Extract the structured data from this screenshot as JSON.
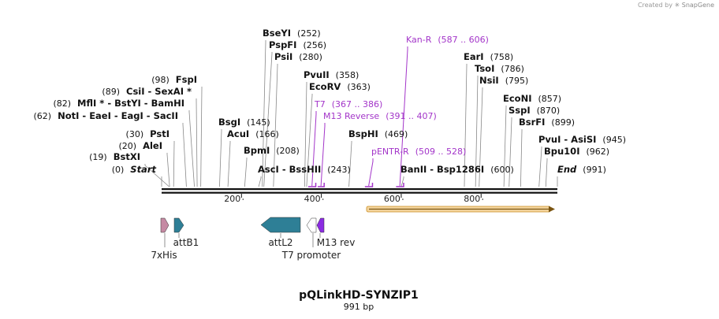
{
  "credit": {
    "prefix": "Created by",
    "brand": "SnapGene"
  },
  "title": "pQLinkHD-SYNZIP1",
  "subtitle": "991 bp",
  "backbone": {
    "length": 991
  },
  "colors": {
    "primer": "#a335c9",
    "orf_fill": "#f5d6a0",
    "orf_stroke": "#c98a1c",
    "orf_arrow": "#7a5410",
    "attL2": "#2e7f96",
    "attB1": "#2e7f96",
    "his": "#c58aa3",
    "m13": "#8b2be2"
  },
  "ticks": [
    {
      "label": "200",
      "bp": 200
    },
    {
      "label": "400",
      "bp": 400
    },
    {
      "label": "600",
      "bp": 600
    },
    {
      "label": "800",
      "bp": 800
    }
  ],
  "sites": [
    {
      "key": "start",
      "parts": [
        {
          "t": "(0)",
          "c": "pos"
        },
        {
          "t": "Start",
          "c": "it"
        }
      ],
      "bp": 0
    },
    {
      "key": "bstxi",
      "parts": [
        {
          "t": "(19)",
          "c": "pos"
        },
        {
          "t": "BstXI",
          "c": "name"
        }
      ],
      "bp": 19
    },
    {
      "key": "alei",
      "parts": [
        {
          "t": "(20)",
          "c": "pos"
        },
        {
          "t": "AleI",
          "c": "name"
        }
      ],
      "bp": 20
    },
    {
      "key": "psti",
      "parts": [
        {
          "t": "(30)",
          "c": "pos"
        },
        {
          "t": "PstI",
          "c": "name"
        }
      ],
      "bp": 30
    },
    {
      "key": "noti",
      "parts": [
        {
          "t": "(62)",
          "c": "pos"
        },
        {
          "t": "NotI - EaeI - EagI - SacII",
          "c": "name"
        }
      ],
      "bp": 62
    },
    {
      "key": "mfli",
      "parts": [
        {
          "t": "(82)",
          "c": "pos"
        },
        {
          "t": "MflI * - BstYI - BamHI",
          "c": "name"
        }
      ],
      "bp": 82
    },
    {
      "key": "csii",
      "parts": [
        {
          "t": "(89)",
          "c": "pos"
        },
        {
          "t": "CsiI - SexAI *",
          "c": "name"
        }
      ],
      "bp": 89
    },
    {
      "key": "fspi",
      "parts": [
        {
          "t": "(98)",
          "c": "pos"
        },
        {
          "t": "FspI",
          "c": "name"
        }
      ],
      "bp": 98
    },
    {
      "key": "bsgi",
      "parts": [
        {
          "t": "BsgI",
          "c": "name"
        },
        {
          "t": "(145)",
          "c": "pos"
        }
      ],
      "bp": 145
    },
    {
      "key": "acui",
      "parts": [
        {
          "t": "AcuI",
          "c": "name"
        },
        {
          "t": "(166)",
          "c": "pos"
        }
      ],
      "bp": 166
    },
    {
      "key": "bpmi",
      "parts": [
        {
          "t": "BpmI",
          "c": "name"
        },
        {
          "t": "(208)",
          "c": "pos"
        }
      ],
      "bp": 208
    },
    {
      "key": "bseyi",
      "parts": [
        {
          "t": "BseYI",
          "c": "name"
        },
        {
          "t": "(252)",
          "c": "pos"
        }
      ],
      "bp": 252
    },
    {
      "key": "pspfi",
      "parts": [
        {
          "t": "PspFI",
          "c": "name"
        },
        {
          "t": "(256)",
          "c": "pos"
        }
      ],
      "bp": 256
    },
    {
      "key": "psii",
      "parts": [
        {
          "t": "PsiI",
          "c": "name"
        },
        {
          "t": "(280)",
          "c": "pos"
        }
      ],
      "bp": 280
    },
    {
      "key": "asci",
      "parts": [
        {
          "t": "AscI - BssHII",
          "c": "name"
        },
        {
          "t": "(243)",
          "c": "pos"
        }
      ],
      "bp": 243
    },
    {
      "key": "pvuii",
      "parts": [
        {
          "t": "PvuII",
          "c": "name"
        },
        {
          "t": "(358)",
          "c": "pos"
        }
      ],
      "bp": 358
    },
    {
      "key": "ecorv",
      "parts": [
        {
          "t": "EcoRV",
          "c": "name"
        },
        {
          "t": "(363)",
          "c": "pos"
        }
      ],
      "bp": 363
    },
    {
      "key": "bsphi",
      "parts": [
        {
          "t": "BspHI",
          "c": "name"
        },
        {
          "t": "(469)",
          "c": "pos"
        }
      ],
      "bp": 469
    },
    {
      "key": "banii",
      "parts": [
        {
          "t": "BanII - Bsp1286I",
          "c": "name"
        },
        {
          "t": "(600)",
          "c": "pos"
        }
      ],
      "bp": 600
    },
    {
      "key": "eari",
      "parts": [
        {
          "t": "EarI",
          "c": "name"
        },
        {
          "t": "(758)",
          "c": "pos"
        }
      ],
      "bp": 758
    },
    {
      "key": "tsoi",
      "parts": [
        {
          "t": "TsoI",
          "c": "name"
        },
        {
          "t": "(786)",
          "c": "pos"
        }
      ],
      "bp": 786
    },
    {
      "key": "nsii",
      "parts": [
        {
          "t": "NsiI",
          "c": "name"
        },
        {
          "t": "(795)",
          "c": "pos"
        }
      ],
      "bp": 795
    },
    {
      "key": "econi",
      "parts": [
        {
          "t": "EcoNI",
          "c": "name"
        },
        {
          "t": "(857)",
          "c": "pos"
        }
      ],
      "bp": 857
    },
    {
      "key": "sspi",
      "parts": [
        {
          "t": "SspI",
          "c": "name"
        },
        {
          "t": "(870)",
          "c": "pos"
        }
      ],
      "bp": 870
    },
    {
      "key": "bsrfi",
      "parts": [
        {
          "t": "BsrFI",
          "c": "name"
        },
        {
          "t": "(899)",
          "c": "pos"
        }
      ],
      "bp": 899
    },
    {
      "key": "pvui",
      "parts": [
        {
          "t": "PvuI - AsiSI",
          "c": "name"
        },
        {
          "t": "(945)",
          "c": "pos"
        }
      ],
      "bp": 945
    },
    {
      "key": "bpu10i",
      "parts": [
        {
          "t": "Bpu10I",
          "c": "name"
        },
        {
          "t": "(962)",
          "c": "pos"
        }
      ],
      "bp": 962
    },
    {
      "key": "end",
      "parts": [
        {
          "t": "End",
          "c": "it"
        },
        {
          "t": "(991)",
          "c": "pos"
        }
      ],
      "bp": 991
    }
  ],
  "primers": [
    {
      "key": "kanr",
      "parts": [
        {
          "t": "Kan-R",
          "c": "primer"
        },
        {
          "t": "(587 .. 606)",
          "c": "primer"
        }
      ]
    },
    {
      "key": "t7",
      "parts": [
        {
          "t": "T7",
          "c": "primer"
        },
        {
          "t": "(367 .. 386)",
          "c": "primer"
        }
      ]
    },
    {
      "key": "m13rev",
      "parts": [
        {
          "t": "M13 Reverse",
          "c": "primer"
        },
        {
          "t": "(391 .. 407)",
          "c": "primer"
        }
      ]
    },
    {
      "key": "pentr",
      "parts": [
        {
          "t": "pENTR-R",
          "c": "primer"
        },
        {
          "t": "(509 .. 528)",
          "c": "primer"
        }
      ]
    }
  ],
  "features": [
    {
      "key": "his",
      "label": "7xHis"
    },
    {
      "key": "attb1",
      "label": "attB1"
    },
    {
      "key": "attl2",
      "label": "attL2"
    },
    {
      "key": "t7prom",
      "label": "T7 promoter"
    },
    {
      "key": "m13",
      "label": "M13 rev"
    }
  ]
}
